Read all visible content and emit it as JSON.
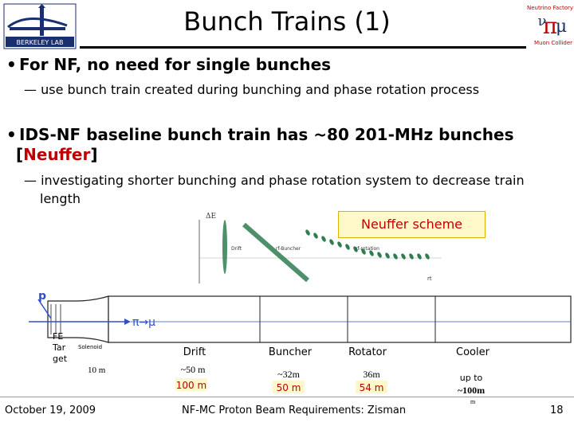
{
  "slide": {
    "title": "Bunch Trains (1)",
    "logo_left_text": "BERKELEY LAB",
    "logo_right_text": "Neutrino Factory",
    "logo_right_text2": "Muon Collider"
  },
  "bullets": [
    {
      "text": "For NF, no need for single bunches",
      "sub": "use bunch train created during bunching and phase rotation process"
    },
    {
      "text_line1": "IDS-NF baseline bunch train has ~80 201-MHz bunches",
      "text_line2_pre": "[",
      "text_line2_name": "Neuffer",
      "text_line2_post": "]",
      "sub_line1": "investigating shorter bunching and phase rotation system to decrease train",
      "sub_line2": "length"
    }
  ],
  "scheme": {
    "label": "Neuffer scheme",
    "axis_e": "ΔE",
    "axis_rt": "rt",
    "panels": [
      "Drift",
      "rf-Buncher",
      "rf-rotation"
    ]
  },
  "beamline": {
    "p_label": "p",
    "pi_mu": "π→μ",
    "target_label_1": "FE",
    "target_label_2": "Tar",
    "target_label_3": "get",
    "solenoid": "Solenoid",
    "target_len": "10 m",
    "sections": [
      {
        "name": "Drift",
        "len_black": "~50 m",
        "len_red": "100 m"
      },
      {
        "name": "Buncher",
        "len_black": "~32m",
        "len_red": "50 m"
      },
      {
        "name": "Rotator",
        "len_black": "36m",
        "len_red": "54 m"
      },
      {
        "name": "Cooler",
        "len_black": "up to",
        "len_black2": "~100m"
      }
    ],
    "cooler_extra": "m"
  },
  "footer": {
    "date": "October 19, 2009",
    "center": "NF-MC Proton Beam Requirements: Zisman",
    "page": "18"
  },
  "colors": {
    "accent_red": "#c00000",
    "scheme_border": "#e0b000",
    "plot_green": "#2e7d4f",
    "arrow_blue": "#3050c8"
  }
}
